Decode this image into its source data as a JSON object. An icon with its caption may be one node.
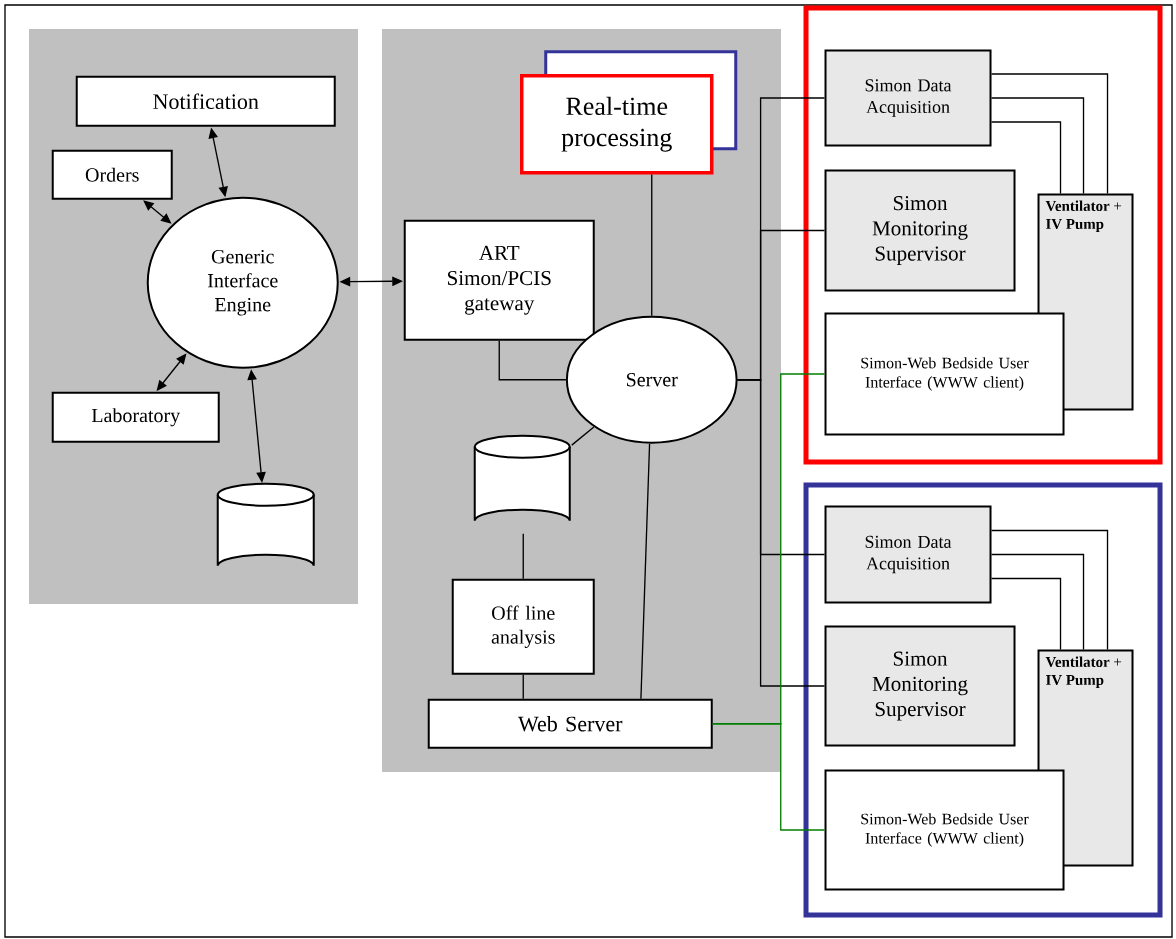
{
  "diagram": {
    "nodes": [
      {
        "text": [],
        "shape": "box"
      },
      {
        "text": [
          "Notification"
        ],
        "in": 0
      },
      {
        "text": [
          "Orders"
        ],
        "in": 0
      },
      {
        "text": [
          "Generic Interface Engine"
        ],
        "in": 0
      },
      {
        "text": [
          "Laboratory"
        ],
        "in": 0
      },
      {
        "text": [],
        "shape": "cylinder",
        "in": 0
      },
      {
        "text": [],
        "shape": "box"
      },
      {
        "text": [],
        "shape": "box",
        "in": 6
      },
      {
        "text": [
          "Real-time processing"
        ],
        "in": 6
      },
      {
        "text": [
          "ART Simon/PCIS gateway"
        ],
        "in": 6
      },
      {
        "text": [
          "Server"
        ],
        "in": 6
      },
      {
        "text": [],
        "shape": "cylinder",
        "in": 6
      },
      {
        "text": [
          "Off line analysis"
        ],
        "in": 6
      },
      {
        "text": [
          "Web Server"
        ],
        "in": 6
      },
      {
        "text": [],
        "shape": "box"
      },
      {
        "text": [
          "Simon Data Acquisition"
        ],
        "in": 14
      },
      {
        "text": [
          "Simon Monitoring Supervisor"
        ],
        "in": 14
      },
      {
        "text": [
          "**Ventilator** + **IV Pump**"
        ],
        "in": 14
      },
      {
        "text": [
          "Simon-Web Bedside User Interface (WWW client)"
        ],
        "in": 14
      },
      {
        "text": [],
        "shape": "box"
      },
      {
        "text": [
          "Simon Data Acquisition"
        ],
        "in": 19
      },
      {
        "text": [
          "Simon Monitoring Supervisor"
        ],
        "in": 19
      },
      {
        "text": [
          "**Ventilator** + **IV Pump**"
        ],
        "in": 19
      },
      {
        "text": [
          "Simon-Web Bedside User Interface (WWW client)"
        ],
        "in": 19
      }
    ],
    "edges": [
      {
        "from": 3,
        "to": 1,
        "arrow": "both"
      },
      {
        "from": 3,
        "to": 2,
        "arrow": "both"
      },
      {
        "from": 3,
        "to": 4,
        "arrow": "both"
      },
      {
        "from": 3,
        "to": 5,
        "arrow": "both"
      },
      {
        "from": 3,
        "to": 9,
        "arrow": "both"
      },
      {
        "from": 8,
        "to": 10,
        "arrow": "none"
      },
      {
        "from": 9,
        "to": 10,
        "arrow": "none"
      },
      {
        "from": 10,
        "to": 11,
        "arrow": "none"
      },
      {
        "from": 11,
        "to": 12,
        "arrow": "none"
      },
      {
        "from": 12,
        "to": 13,
        "arrow": "none"
      },
      {
        "from": 10,
        "to": 13,
        "arrow": "none"
      },
      {
        "from": 10,
        "to": 15,
        "arrow": "none"
      },
      {
        "from": 10,
        "to": 16,
        "arrow": "none"
      },
      {
        "from": 10,
        "to": 20,
        "arrow": "none"
      },
      {
        "from": 10,
        "to": 21,
        "arrow": "none"
      },
      {
        "from": 13,
        "to": 18,
        "arrow": "none",
        "color": "#008000"
      },
      {
        "from": 13,
        "to": 23,
        "arrow": "none",
        "color": "#008000"
      },
      {
        "from": 15,
        "to": 17,
        "arrow": "none"
      },
      {
        "from": 15,
        "to": 17,
        "arrow": "none"
      },
      {
        "from": 15,
        "to": 17,
        "arrow": "none"
      },
      {
        "from": 20,
        "to": 22,
        "arrow": "none"
      },
      {
        "from": 20,
        "to": 22,
        "arrow": "none"
      },
      {
        "from": 20,
        "to": 22,
        "arrow": "none"
      }
    ]
  }
}
